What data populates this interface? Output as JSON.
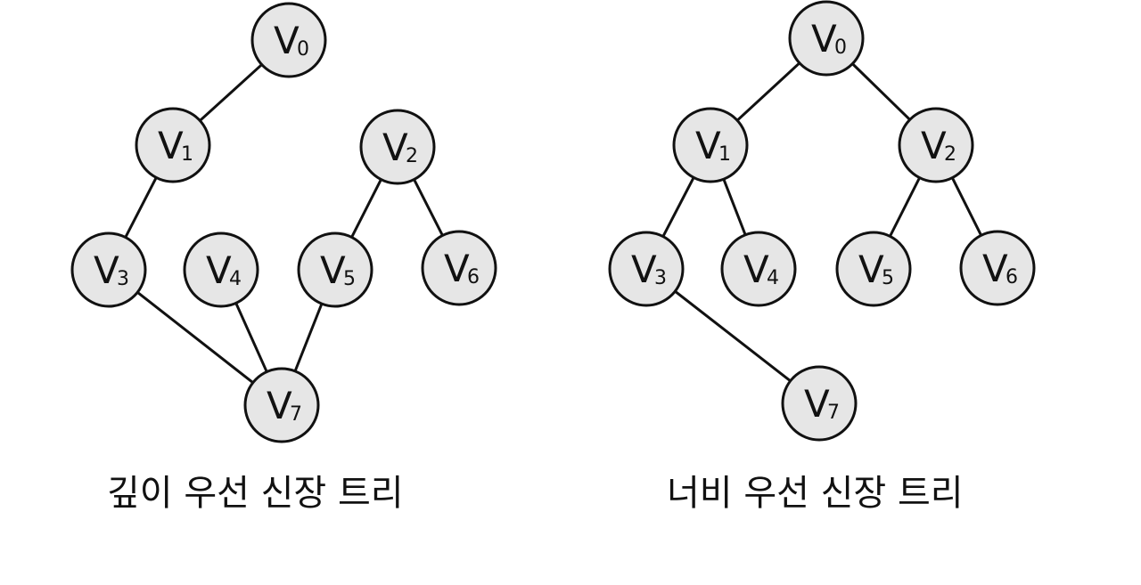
{
  "colors": {
    "node_fill": "#e6e6e6",
    "stroke": "#111111",
    "background": "#ffffff"
  },
  "trees": [
    {
      "caption": "깊이 우선 신장 트리",
      "nodes": [
        {
          "id": "v0",
          "letter": "V",
          "sub": "0"
        },
        {
          "id": "v1",
          "letter": "V",
          "sub": "1"
        },
        {
          "id": "v2",
          "letter": "V",
          "sub": "2"
        },
        {
          "id": "v3",
          "letter": "V",
          "sub": "3"
        },
        {
          "id": "v4",
          "letter": "V",
          "sub": "4"
        },
        {
          "id": "v5",
          "letter": "V",
          "sub": "5"
        },
        {
          "id": "v6",
          "letter": "V",
          "sub": "6"
        },
        {
          "id": "v7",
          "letter": "V",
          "sub": "7"
        }
      ],
      "edges": [
        [
          "v0",
          "v1"
        ],
        [
          "v1",
          "v3"
        ],
        [
          "v3",
          "v7"
        ],
        [
          "v4",
          "v7"
        ],
        [
          "v5",
          "v7"
        ],
        [
          "v2",
          "v5"
        ],
        [
          "v2",
          "v6"
        ]
      ]
    },
    {
      "caption": "너비 우선 신장 트리",
      "nodes": [
        {
          "id": "v0",
          "letter": "V",
          "sub": "0"
        },
        {
          "id": "v1",
          "letter": "V",
          "sub": "1"
        },
        {
          "id": "v2",
          "letter": "V",
          "sub": "2"
        },
        {
          "id": "v3",
          "letter": "V",
          "sub": "3"
        },
        {
          "id": "v4",
          "letter": "V",
          "sub": "4"
        },
        {
          "id": "v5",
          "letter": "V",
          "sub": "5"
        },
        {
          "id": "v6",
          "letter": "V",
          "sub": "6"
        },
        {
          "id": "v7",
          "letter": "V",
          "sub": "7"
        }
      ],
      "edges": [
        [
          "v0",
          "v1"
        ],
        [
          "v0",
          "v2"
        ],
        [
          "v1",
          "v3"
        ],
        [
          "v1",
          "v4"
        ],
        [
          "v2",
          "v5"
        ],
        [
          "v2",
          "v6"
        ],
        [
          "v3",
          "v7"
        ]
      ]
    }
  ]
}
